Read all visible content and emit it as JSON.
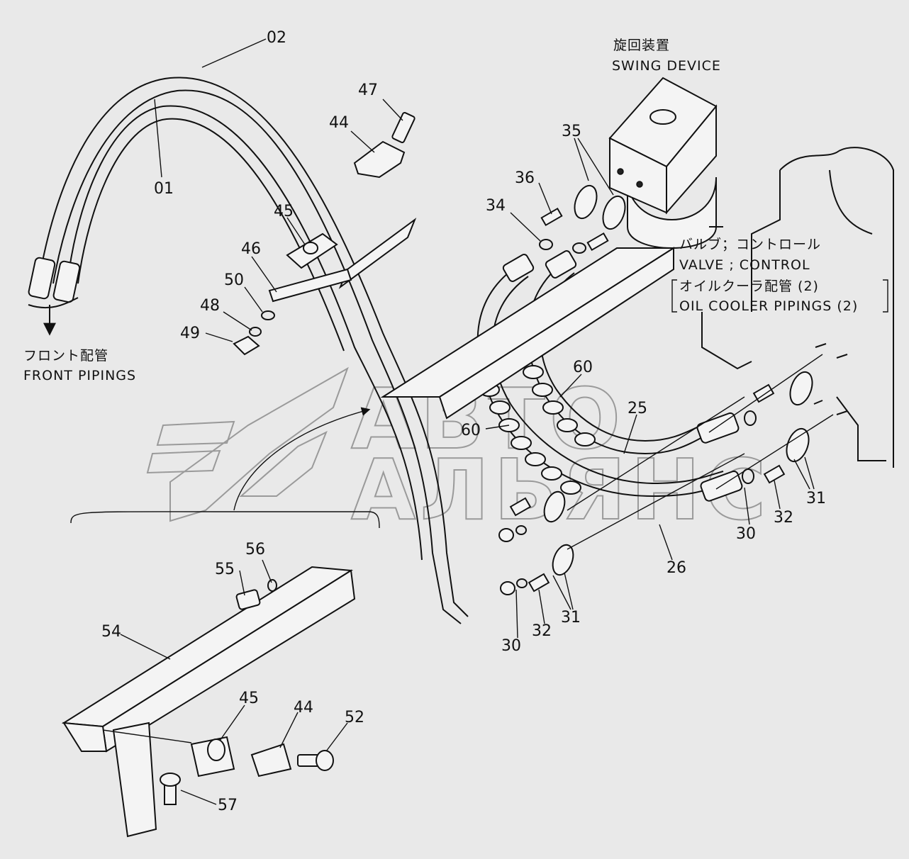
{
  "watermark": {
    "line1": "АВТО",
    "line2": "АЛЬЯНС"
  },
  "notes": {
    "swing_jp": "旋回装置",
    "swing_en": "SWING DEVICE",
    "valve_jp": "バルブ；コントロール",
    "valve_en": "VALVE ; CONTROL",
    "cooler_jp": "オイルクーラ配管 (2)",
    "cooler_en": "OIL COOLER PIPINGS (2)",
    "front_jp": "フロント配管",
    "front_en": "FRONT PIPINGS"
  },
  "labels": {
    "p02": "02",
    "p01": "01",
    "p47": "47",
    "p44a": "44",
    "p45a": "45",
    "p46": "46",
    "p50": "50",
    "p48": "48",
    "p49": "49",
    "p35": "35",
    "p36": "36",
    "p34": "34",
    "p60a": "60",
    "p60b": "60",
    "p25": "25",
    "p26": "26",
    "p31a": "31",
    "p32a": "32",
    "p30a": "30",
    "p30b": "30",
    "p32b": "32",
    "p31b": "31",
    "p56": "56",
    "p55": "55",
    "p54": "54",
    "p45b": "45",
    "p44b": "44",
    "p52": "52",
    "p57": "57"
  }
}
